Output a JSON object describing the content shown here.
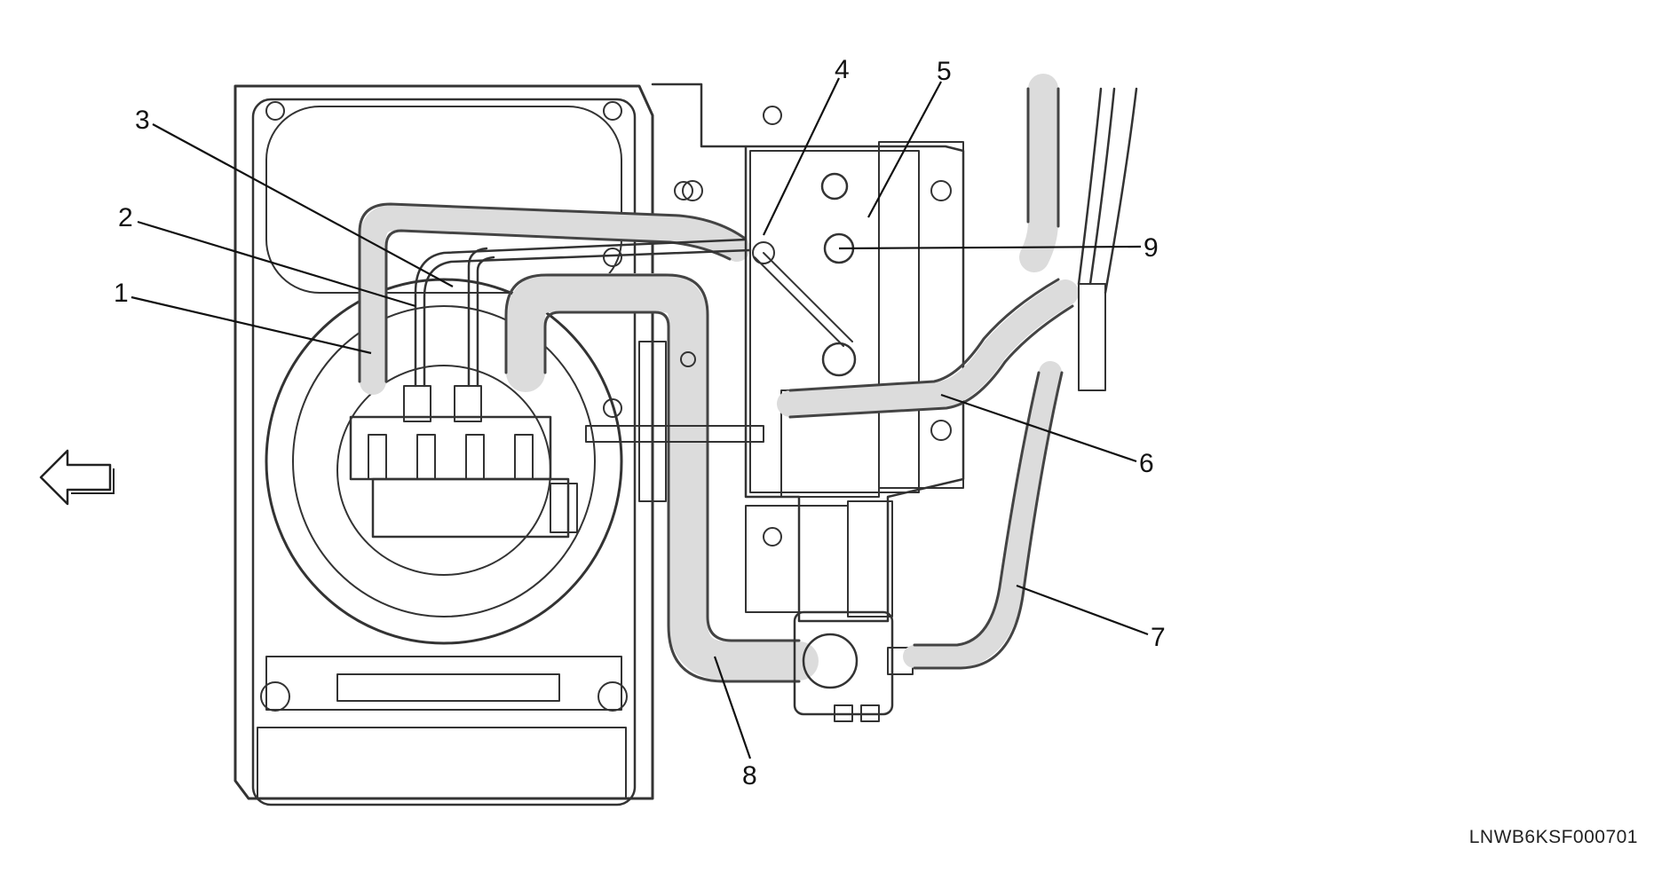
{
  "diagram": {
    "callouts": [
      {
        "id": "c1",
        "label": "1"
      },
      {
        "id": "c2",
        "label": "2"
      },
      {
        "id": "c3",
        "label": "3"
      },
      {
        "id": "c4",
        "label": "4"
      },
      {
        "id": "c5",
        "label": "5"
      },
      {
        "id": "c6",
        "label": "6"
      },
      {
        "id": "c7",
        "label": "7"
      },
      {
        "id": "c8",
        "label": "8"
      },
      {
        "id": "c9",
        "label": "9"
      }
    ],
    "figure_id": "LNWB6KSF000701",
    "direction_arrow": "left-arrow-icon"
  }
}
